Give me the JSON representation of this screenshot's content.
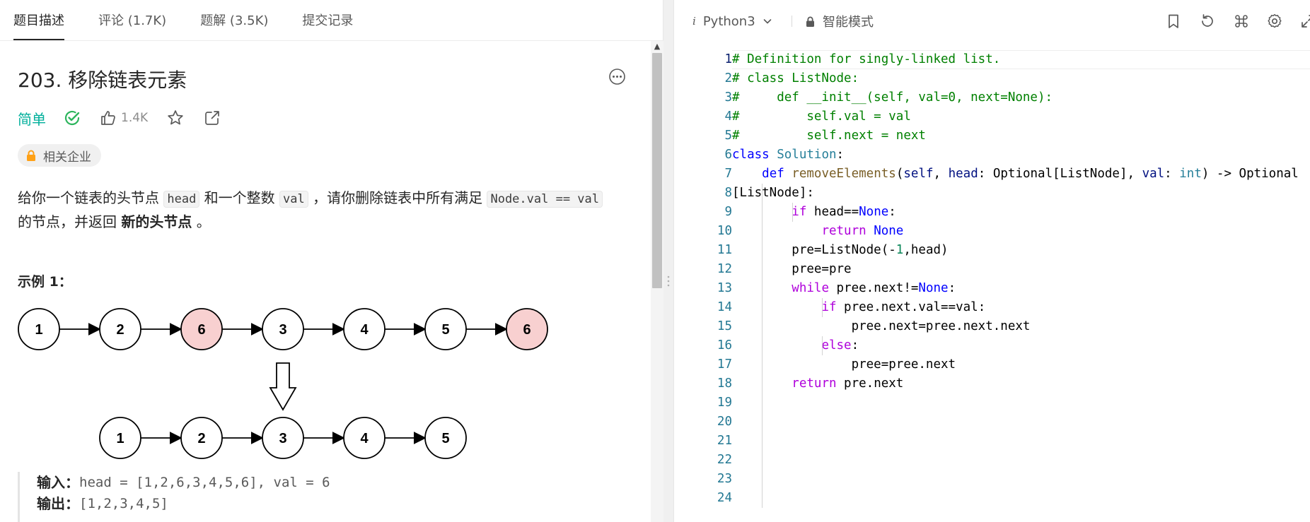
{
  "tabs": [
    {
      "label": "题目描述",
      "active": true
    },
    {
      "label": "评论 (1.7K)",
      "active": false
    },
    {
      "label": "题解 (3.5K)",
      "active": false
    },
    {
      "label": "提交记录",
      "active": false
    }
  ],
  "problem": {
    "title": "203. 移除链表元素",
    "difficulty": "简单",
    "likes": "1.4K",
    "company_tag": "相关企业",
    "desc": {
      "p1": "给你一个链表的头节点 ",
      "c1": "head",
      "p2": " 和一个整数 ",
      "c2": "val",
      "p3": " ，请你删除链表中所有满足 ",
      "c3": "Node.val == val",
      "p4": "的节点，并返回 ",
      "bold": "新的头节点",
      "p5": " 。"
    },
    "example_title": "示例 1：",
    "input_label": "输入：",
    "input_value": "head = [1,2,6,3,4,5,6], val = 6",
    "output_label": "输出：",
    "output_value": "[1,2,3,4,5]"
  },
  "diagram": {
    "top_nodes": [
      "1",
      "2",
      "6",
      "3",
      "4",
      "5",
      "6"
    ],
    "top_removed": [
      false,
      false,
      true,
      false,
      false,
      false,
      true
    ],
    "bottom_nodes": [
      "1",
      "2",
      "3",
      "4",
      "5"
    ]
  },
  "colors": {
    "difficulty": "#00af9b",
    "removed_node": "#f8d0d0",
    "line_number": "#237893"
  },
  "editor": {
    "language": "Python3",
    "lang_prefix": "i",
    "mode": "智能模式",
    "line_numbers": [
      "1",
      "2",
      "3",
      "4",
      "5",
      "6",
      "7",
      "8",
      "9",
      "10",
      "11",
      "12",
      "13",
      "14",
      "15",
      "16",
      "17",
      "18",
      "19",
      "20",
      "21",
      "22",
      "23",
      "24"
    ],
    "lines": [
      "# Definition for singly-linked list.",
      "# class ListNode:",
      "#     def __init__(self, val=0, next=None):",
      "#         self.val = val",
      "#         self.next = next",
      "class Solution:",
      "    def removeElements(self, head: Optional[ListNode], val: int) -> Optional",
      "[ListNode]:",
      "        if head==None:",
      "            return None",
      "        pre=ListNode(-1,head)",
      "        pree=pre",
      "        while pree.next!=None:",
      "            if pree.next.val==val:",
      "                pree.next=pree.next.next",
      "            else:",
      "                pree=pree.next",
      "        return pre.next"
    ]
  }
}
